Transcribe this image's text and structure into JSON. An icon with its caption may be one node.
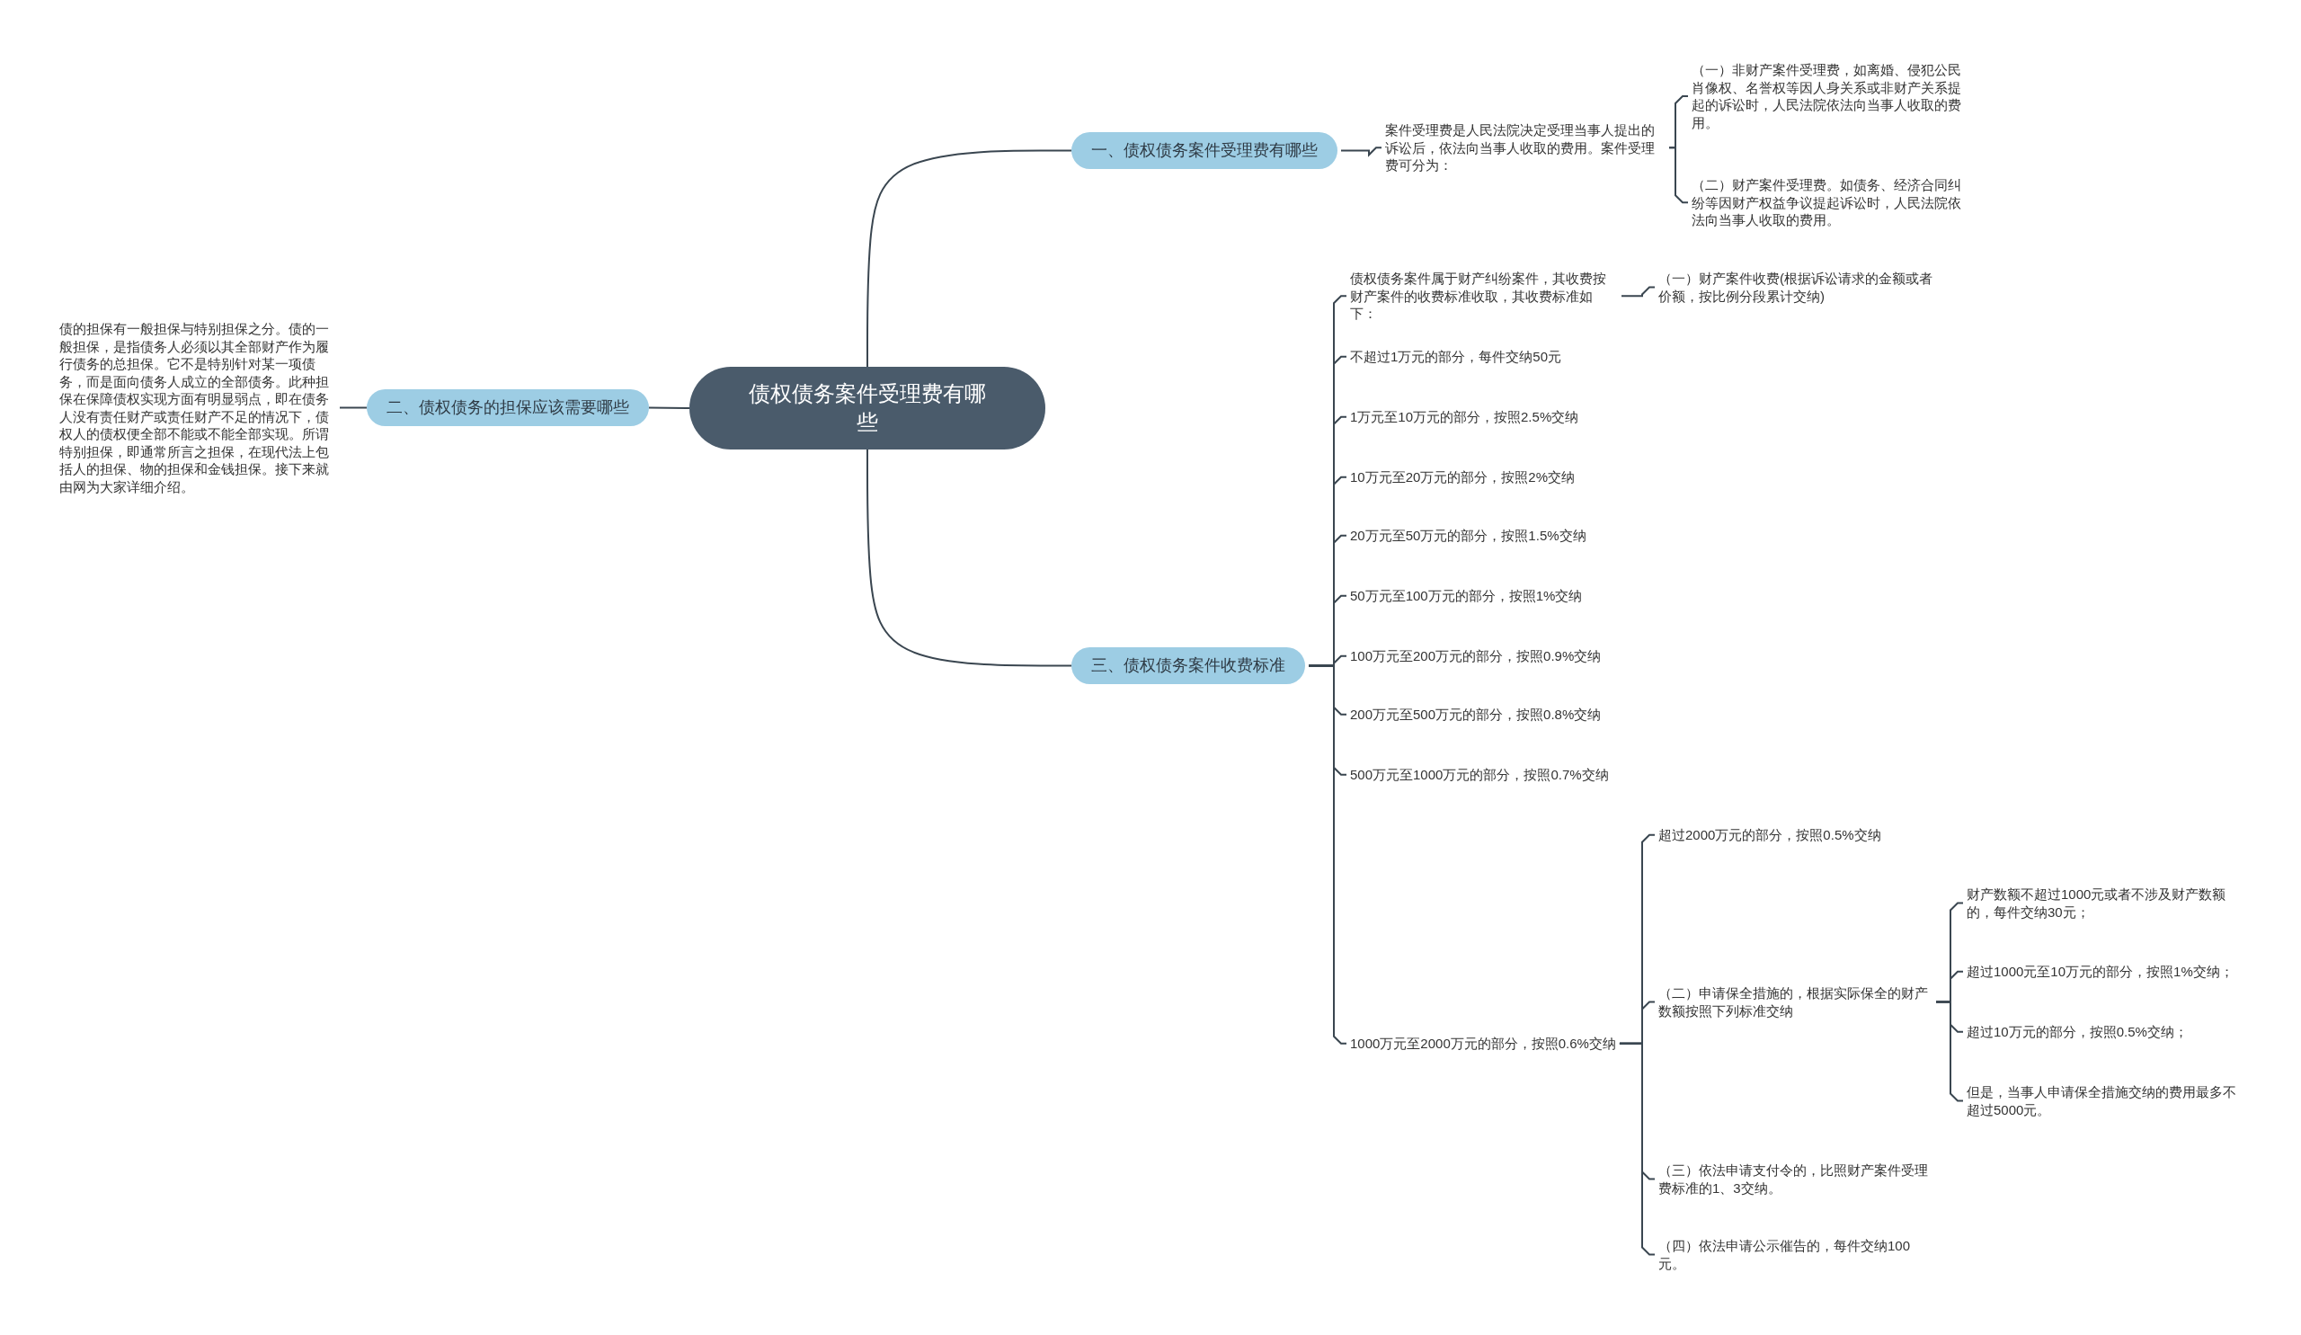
{
  "diagram": {
    "nodes": [
      {
        "text": [
          "债权债务案件受理费有哪些"
        ]
      },
      {
        "text": [
          "一、债权债务案件受理费有哪些"
        ]
      },
      {
        "text": [
          "案件受理费是人民法院决定受理当事人提出的诉讼后，依法向当事人收取的费用。案件受理费可分为："
        ]
      },
      {
        "text": [
          "（一）非财产案件受理费，如离婚、侵犯公民肖像权、名誉权等因人身关系或非财产关系提起的诉讼时，人民法院依法向当事人收取的费用。"
        ]
      },
      {
        "text": [
          "（二）财产案件受理费。如债务、经济合同纠纷等因财产权益争议提起诉讼时，人民法院依法向当事人收取的费用。"
        ]
      },
      {
        "text": [
          "二、债权债务的担保应该需要哪些"
        ]
      },
      {
        "text": [
          "债的担保有一般担保与特别担保之分。债的一般担保，是指债务人必须以其全部财产作为履行债务的总担保。它不是特别针对某一项债务，而是面向债务人成立的全部债务。此种担保在保障债权实现方面有明显弱点，即在债务人没有责任财产或责任财产不足的情况下，债权人的债权便全部不能或不能全部实现。所谓特别担保，即通常所言之担保，在现代法上包括人的担保、物的担保和金钱担保。接下来就由网为大家详细介绍。"
        ]
      },
      {
        "text": [
          "三、债权债务案件收费标准"
        ]
      },
      {
        "text": [
          "债权债务案件属于财产纠纷案件，其收费按财产案件的收费标准收取，其收费标准如下："
        ]
      },
      {
        "text": [
          "（一）财产案件收费(根据诉讼请求的金额或者价额，按比例分段累计交纳)"
        ]
      },
      {
        "text": [
          "不超过1万元的部分，每件交纳50元"
        ]
      },
      {
        "text": [
          "1万元至10万元的部分，按照2.5%交纳"
        ]
      },
      {
        "text": [
          "10万元至20万元的部分，按照2%交纳"
        ]
      },
      {
        "text": [
          "20万元至50万元的部分，按照1.5%交纳"
        ]
      },
      {
        "text": [
          "50万元至100万元的部分，按照1%交纳"
        ]
      },
      {
        "text": [
          "100万元至200万元的部分，按照0.9%交纳"
        ]
      },
      {
        "text": [
          "200万元至500万元的部分，按照0.8%交纳"
        ]
      },
      {
        "text": [
          "500万元至1000万元的部分，按照0.7%交纳"
        ]
      },
      {
        "text": [
          "1000万元至2000万元的部分，按照0.6%交纳"
        ]
      },
      {
        "text": [
          "超过2000万元的部分，按照0.5%交纳"
        ]
      },
      {
        "text": [
          "（二）申请保全措施的，根据实际保全的财产数额按照下列标准交纳"
        ]
      },
      {
        "text": [
          "财产数额不超过1000元或者不涉及财产数额的，每件交纳30元；"
        ]
      },
      {
        "text": [
          "超过1000元至10万元的部分，按照1%交纳；"
        ]
      },
      {
        "text": [
          "超过10万元的部分，按照0.5%交纳；"
        ]
      },
      {
        "text": [
          "但是，当事人申请保全措施交纳的费用最多不超过5000元。"
        ]
      },
      {
        "text": [
          "（三）依法申请支付令的，比照财产案件受理费标准的1、3交纳。"
        ]
      },
      {
        "text": [
          "（四）依法申请公示催告的，每件交纳100元。"
        ]
      }
    ],
    "edges": [
      {
        "from": 0,
        "to": 1,
        "arrow": "none"
      },
      {
        "from": 1,
        "to": 2,
        "arrow": "none"
      },
      {
        "from": 2,
        "to": 3,
        "arrow": "none"
      },
      {
        "from": 2,
        "to": 4,
        "arrow": "none"
      },
      {
        "from": 0,
        "to": 5,
        "arrow": "none"
      },
      {
        "from": 5,
        "to": 6,
        "arrow": "none"
      },
      {
        "from": 0,
        "to": 7,
        "arrow": "none"
      },
      {
        "from": 7,
        "to": 8,
        "arrow": "none"
      },
      {
        "from": 8,
        "to": 9,
        "arrow": "none"
      },
      {
        "from": 7,
        "to": 10,
        "arrow": "none"
      },
      {
        "from": 7,
        "to": 11,
        "arrow": "none"
      },
      {
        "from": 7,
        "to": 12,
        "arrow": "none"
      },
      {
        "from": 7,
        "to": 13,
        "arrow": "none"
      },
      {
        "from": 7,
        "to": 14,
        "arrow": "none"
      },
      {
        "from": 7,
        "to": 15,
        "arrow": "none"
      },
      {
        "from": 7,
        "to": 16,
        "arrow": "none"
      },
      {
        "from": 7,
        "to": 17,
        "arrow": "none"
      },
      {
        "from": 7,
        "to": 18,
        "arrow": "none"
      },
      {
        "from": 18,
        "to": 19,
        "arrow": "none"
      },
      {
        "from": 18,
        "to": 20,
        "arrow": "none"
      },
      {
        "from": 20,
        "to": 21,
        "arrow": "none"
      },
      {
        "from": 20,
        "to": 22,
        "arrow": "none"
      },
      {
        "from": 20,
        "to": 23,
        "arrow": "none"
      },
      {
        "from": 20,
        "to": 24,
        "arrow": "none"
      },
      {
        "from": 18,
        "to": 25,
        "arrow": "none"
      },
      {
        "from": 18,
        "to": 26,
        "arrow": "none"
      }
    ]
  }
}
